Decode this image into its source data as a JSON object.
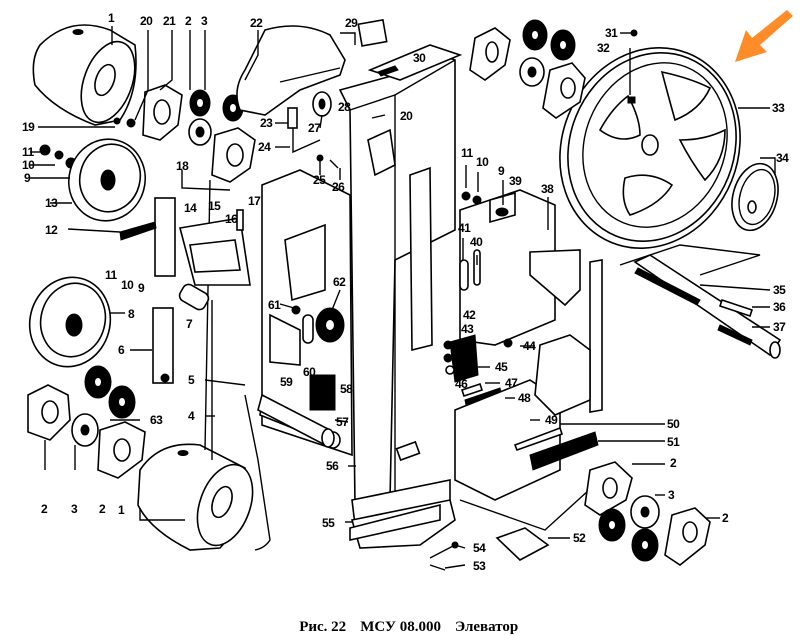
{
  "caption": {
    "figure": "Рис. 22",
    "code": "МСУ 08.000",
    "title": "Элеватор"
  },
  "highlight": {
    "arrow_color": "#ff8c28",
    "target_part": "33",
    "icon": "arrow-pointer-icon"
  },
  "labels": [
    {
      "id": "l1a",
      "text": "1"
    },
    {
      "id": "l20a",
      "text": "20"
    },
    {
      "id": "l21",
      "text": "21"
    },
    {
      "id": "l2a",
      "text": "2"
    },
    {
      "id": "l3a",
      "text": "3"
    },
    {
      "id": "l22",
      "text": "22"
    },
    {
      "id": "l29",
      "text": "29"
    },
    {
      "id": "l30",
      "text": "30"
    },
    {
      "id": "l28a",
      "text": "28"
    },
    {
      "id": "l20b",
      "text": "20"
    },
    {
      "id": "l23",
      "text": "23"
    },
    {
      "id": "l27",
      "text": "27"
    },
    {
      "id": "l24",
      "text": "24"
    },
    {
      "id": "l25",
      "text": "25"
    },
    {
      "id": "l26",
      "text": "26"
    },
    {
      "id": "l19",
      "text": "19"
    },
    {
      "id": "l11a",
      "text": "11"
    },
    {
      "id": "l10a",
      "text": "10"
    },
    {
      "id": "l9a",
      "text": "9"
    },
    {
      "id": "l13",
      "text": "13"
    },
    {
      "id": "l18",
      "text": "18"
    },
    {
      "id": "l17",
      "text": "17"
    },
    {
      "id": "l16",
      "text": "16"
    },
    {
      "id": "l15",
      "text": "15"
    },
    {
      "id": "l14",
      "text": "14"
    },
    {
      "id": "l12",
      "text": "12"
    },
    {
      "id": "l11b",
      "text": "11"
    },
    {
      "id": "l10b",
      "text": "10"
    },
    {
      "id": "l9b",
      "text": "9"
    },
    {
      "id": "l8a",
      "text": "8"
    },
    {
      "id": "l7",
      "text": "7"
    },
    {
      "id": "l6",
      "text": "6"
    },
    {
      "id": "l5",
      "text": "5"
    },
    {
      "id": "l4",
      "text": "4"
    },
    {
      "id": "l63",
      "text": "63"
    },
    {
      "id": "l2b",
      "text": "2"
    },
    {
      "id": "l3b",
      "text": "3"
    },
    {
      "id": "l2c",
      "text": "2"
    },
    {
      "id": "l1b",
      "text": "1"
    },
    {
      "id": "l61",
      "text": "61"
    },
    {
      "id": "l62",
      "text": "62"
    },
    {
      "id": "l59",
      "text": "59"
    },
    {
      "id": "l60",
      "text": "60"
    },
    {
      "id": "l58",
      "text": "58"
    },
    {
      "id": "l57",
      "text": "57"
    },
    {
      "id": "l56",
      "text": "56"
    },
    {
      "id": "l55",
      "text": "55"
    },
    {
      "id": "l54",
      "text": "54"
    },
    {
      "id": "l53",
      "text": "53"
    },
    {
      "id": "l52",
      "text": "52"
    },
    {
      "id": "l11c",
      "text": "11"
    },
    {
      "id": "l10c",
      "text": "10"
    },
    {
      "id": "l9c",
      "text": "9"
    },
    {
      "id": "l39",
      "text": "39"
    },
    {
      "id": "l38",
      "text": "38"
    },
    {
      "id": "l41",
      "text": "41"
    },
    {
      "id": "l40",
      "text": "40"
    },
    {
      "id": "l42",
      "text": "42"
    },
    {
      "id": "l43",
      "text": "43"
    },
    {
      "id": "l44",
      "text": "44"
    },
    {
      "id": "l45",
      "text": "45"
    },
    {
      "id": "l46",
      "text": "46"
    },
    {
      "id": "l47",
      "text": "47"
    },
    {
      "id": "l48",
      "text": "48"
    },
    {
      "id": "l49",
      "text": "49"
    },
    {
      "id": "l50",
      "text": "50"
    },
    {
      "id": "l51",
      "text": "51"
    },
    {
      "id": "l2d",
      "text": "2"
    },
    {
      "id": "l3c",
      "text": "3"
    },
    {
      "id": "l2e",
      "text": "2"
    },
    {
      "id": "l31",
      "text": "31"
    },
    {
      "id": "l32",
      "text": "32"
    },
    {
      "id": "l33",
      "text": "33"
    },
    {
      "id": "l34",
      "text": "34"
    },
    {
      "id": "l35",
      "text": "35"
    },
    {
      "id": "l36",
      "text": "36"
    },
    {
      "id": "l37",
      "text": "37"
    }
  ]
}
